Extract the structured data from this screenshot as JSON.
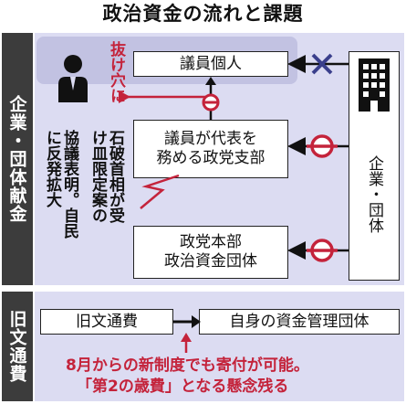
{
  "title": "政治資金の流れと課題",
  "sections": {
    "corporate": "企業・団体献金",
    "old_allowance": "旧文通費"
  },
  "flow": {
    "loophole": "抜け穴に",
    "member_individual": "議員個人",
    "party_branch": "議員が代表を務める政党支部",
    "party_branch_line1": "議員が代表を",
    "party_branch_line2": "務める政党支部",
    "party_hq_line1": "政党本部",
    "party_hq_line2": "政治資金団体",
    "corporation_group": "企業・団体",
    "ishiba_col1": "石破首相が受",
    "ishiba_col2": "け皿限定案の",
    "ishiba_col3": "協議表明。自民",
    "ishiba_col4": "に反発拡大",
    "old_allowance_box": "旧文通費",
    "own_fund_group": "自身の資金管理団体",
    "note_line1": "8月からの新制度でも寄付が可能。",
    "note_line2": "「第2の歳費」となる懸念残る"
  },
  "colors": {
    "accent_red": "#c4233b",
    "navy": "#3a3f8c",
    "panel": "#dcdcf2",
    "side_label": "#3c3c3c"
  },
  "icons": [
    "person-icon",
    "building-icon",
    "cross-mark-icon",
    "no-entry-icon",
    "arrow-icon"
  ]
}
